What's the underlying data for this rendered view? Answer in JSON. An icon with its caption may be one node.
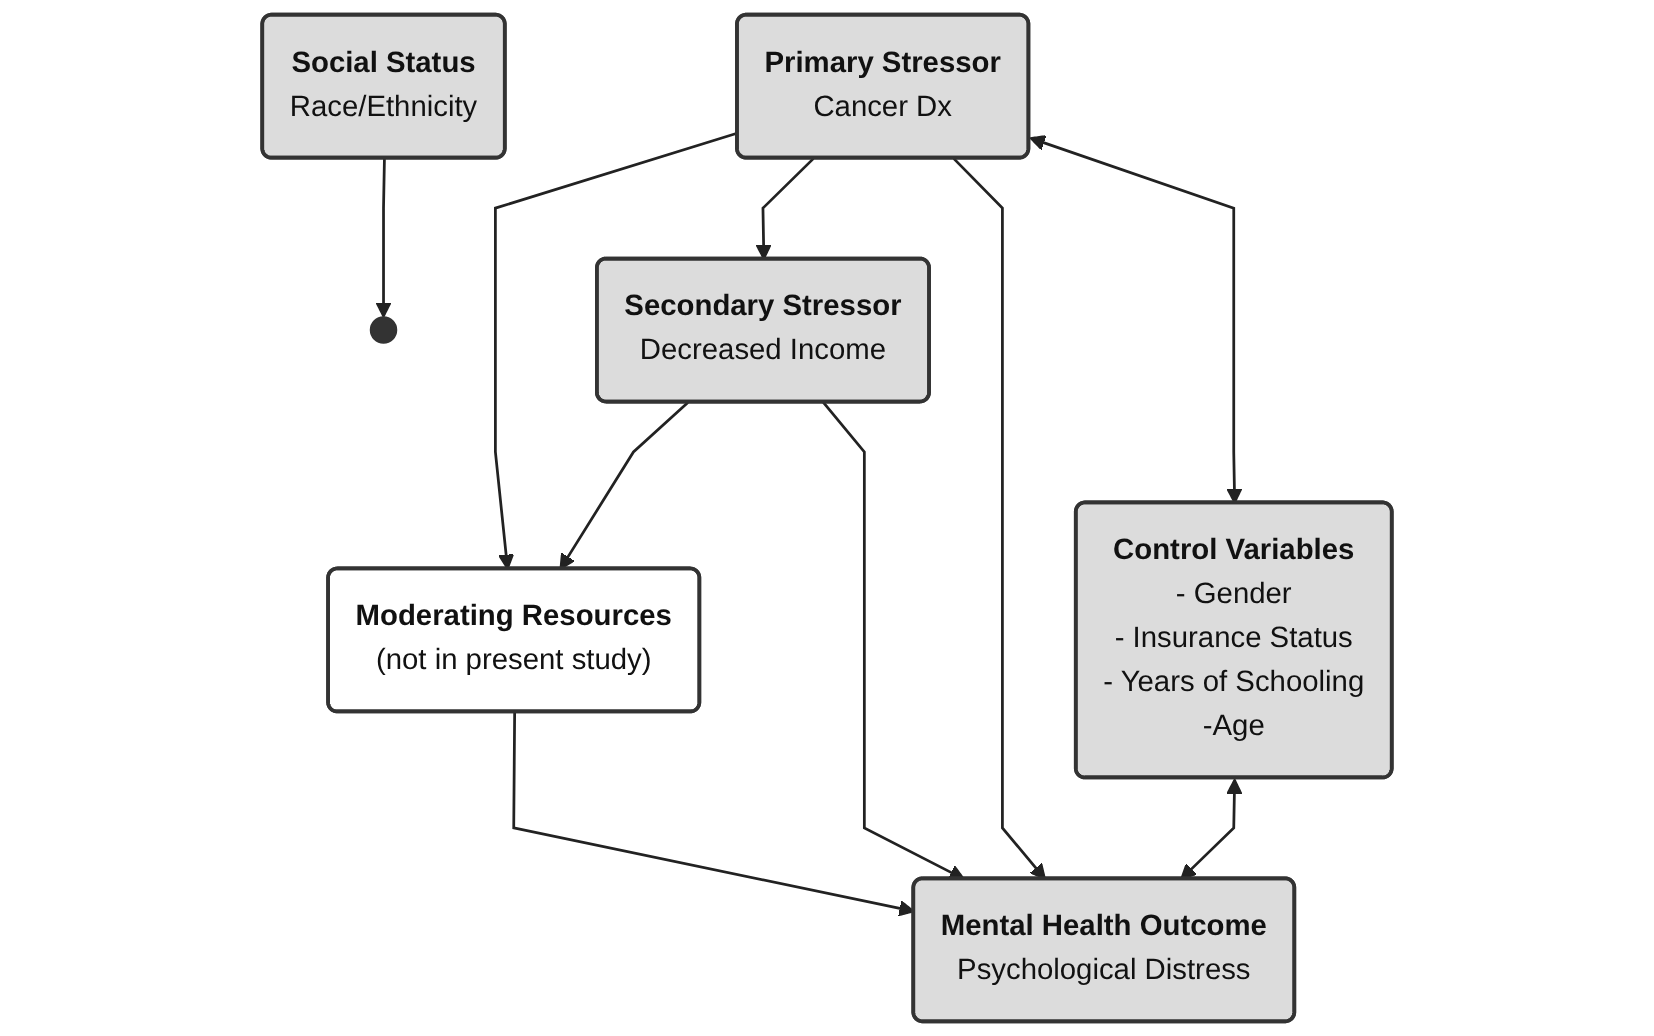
{
  "diagram": {
    "nodes": [
      {
        "text": [
          "Moderating Resources",
          "(not in present study)"
        ]
      },
      {
        "text": [
          "Secondary Stressor",
          "Decreased Income"
        ]
      },
      {
        "text": [
          "Primary Stressor",
          "Cancer Dx"
        ]
      },
      {
        "text": [
          "Mental Health Outcome",
          "Psychological Distress"
        ]
      },
      {
        "text": [
          "Social Status",
          "Race/Ethnicity"
        ]
      },
      {
        "text": [
          "Control Variables",
          "- Gender",
          "- Insurance Status",
          "- Years of Schooling",
          "-Age"
        ]
      }
    ],
    "edges": [
      {
        "from": 2,
        "to": 0,
        "arrow": "to"
      },
      {
        "from": 1,
        "to": 0,
        "arrow": "to"
      },
      {
        "from": 0,
        "to": 3,
        "arrow": "to"
      },
      {
        "from": 2,
        "to": 1,
        "arrow": "to"
      },
      {
        "from": 1,
        "to": 3,
        "arrow": "to"
      },
      {
        "from": 2,
        "to": 3,
        "arrow": "to"
      },
      {
        "from": 4,
        "to": null,
        "arrow": "to"
      },
      {
        "from": 2,
        "to": 5,
        "arrow": "both"
      },
      {
        "from": 5,
        "to": 3,
        "arrow": "both"
      }
    ]
  }
}
